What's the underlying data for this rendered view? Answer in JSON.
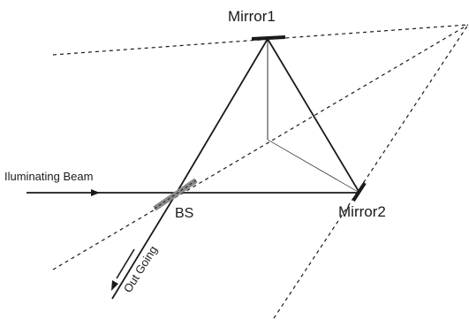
{
  "labels": {
    "mirror1": "Mirror1",
    "mirror2": "Mirror2",
    "beam_splitter": "BS",
    "illuminating_beam": "Iluminating Beam",
    "out_going": "Out Going"
  },
  "colors": {
    "line": "#1a1a1a",
    "beam_splitter": "#8a8a8a",
    "background": "#ffffff"
  },
  "arrows": [
    "input-arrow-icon",
    "output-arrow-icon"
  ]
}
